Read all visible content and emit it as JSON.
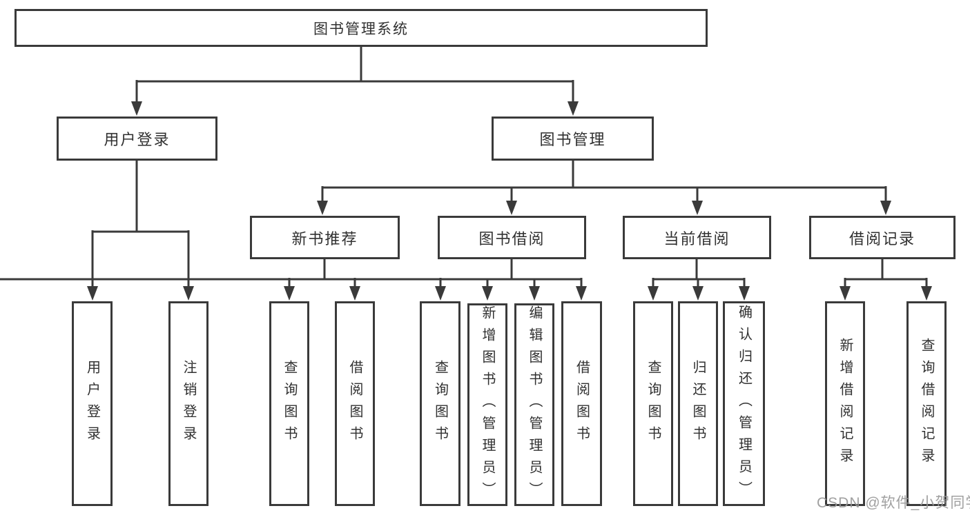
{
  "diagram": {
    "title": "图书管理系统",
    "level1": {
      "user_login": "用户登录",
      "book_management": "图书管理"
    },
    "level2": {
      "new_book_recommend": "新书推荐",
      "book_borrow": "图书借阅",
      "current_borrow": "当前借阅",
      "borrow_records": "借阅记录"
    },
    "leaves": {
      "user_login": [
        "用户登录",
        "注销登录"
      ],
      "new_book_recommend": [
        "查询图书",
        "借阅图书"
      ],
      "book_borrow": [
        "查询图书",
        "新增图书（管理员）",
        "编辑图书（管理员）",
        "借阅图书"
      ],
      "current_borrow": [
        "查询图书",
        "归还图书",
        "确认归还（管理员）"
      ],
      "borrow_records": [
        "新增借阅记录",
        "查询借阅记录"
      ]
    },
    "watermark": "CSDN @软件_小贺同学"
  },
  "colors": {
    "background": "#ffffff",
    "line": "#3a3a3a",
    "text": "#303030",
    "watermark": "#989898"
  }
}
